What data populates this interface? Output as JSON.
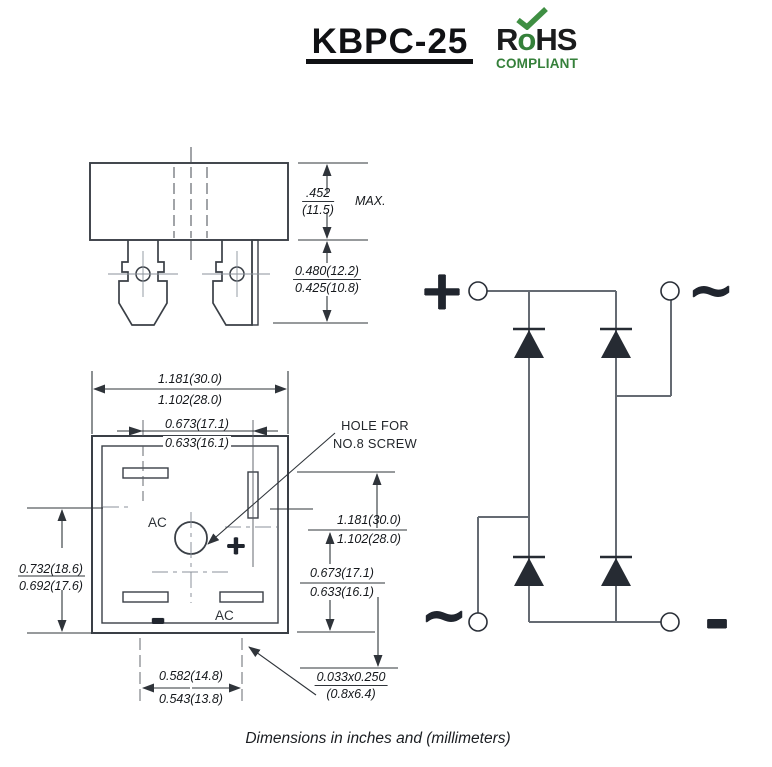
{
  "header": {
    "title": "KBPC-25",
    "rohs": {
      "r": "R",
      "o": "o",
      "hs": "HS",
      "compliant": "COMPLIANT"
    }
  },
  "side_view": {
    "height": {
      "top": ".452",
      "bottom": "(11.5)",
      "suffix": "MAX."
    },
    "terminal_length": {
      "top": "0.480(12.2)",
      "bottom": "0.425(10.8)"
    }
  },
  "top_view": {
    "width": {
      "top": "1.181(30.0)",
      "bottom": "1.102(28.0)"
    },
    "slot_span": {
      "top": "0.673(17.1)",
      "bottom": "0.633(16.1)"
    },
    "height_left": {
      "top": "0.732(18.6)",
      "bottom": "0.692(17.6)"
    },
    "height_right": {
      "top": "1.181(30.0)",
      "bottom": "1.102(28.0)"
    },
    "slot_span_right": {
      "top": "0.673(17.1)",
      "bottom": "0.633(16.1)"
    },
    "terminal_pitch": {
      "top": "0.582(14.8)",
      "bottom": "0.543(13.8)"
    },
    "terminal_size": {
      "top": "0.033x0.250",
      "bottom": "(0.8x6.4)"
    },
    "hole_note": {
      "line1": "HOLE FOR",
      "line2": "NO.8 SCREW"
    },
    "labels": {
      "ac_top": "AC",
      "plus": "+",
      "minus": "-",
      "ac_bottom": "AC"
    }
  },
  "circuit": {
    "plus": "+",
    "ac_top": "~",
    "ac_bottom": "~",
    "minus": "-"
  },
  "footer": {
    "caption": "Dimensions in inches and (millimeters)"
  }
}
